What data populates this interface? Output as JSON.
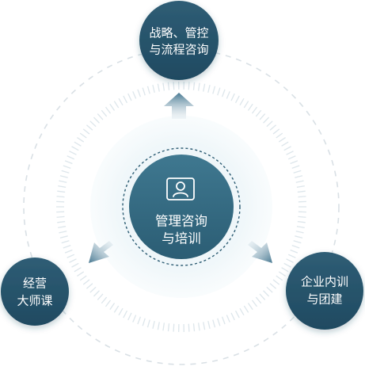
{
  "center": {
    "icon": "person-monitor-icon",
    "lines": [
      "管理咨询",
      "与培训"
    ]
  },
  "nodes": {
    "top": {
      "lines": [
        "战略、管控",
        "与流程咨询"
      ]
    },
    "left": {
      "lines": [
        "经营",
        "大师课"
      ]
    },
    "right": {
      "lines": [
        "企业内训",
        "与团建"
      ]
    }
  },
  "colors": {
    "node_dark": "#255068",
    "node_mid": "#3d6f86",
    "center_fill": "#346a82",
    "arrow": "#4f7f98",
    "dashed_ring": "#d6dde2",
    "tick_ring": "#dfe7ec",
    "soft_disc": "#f1f7fa"
  }
}
